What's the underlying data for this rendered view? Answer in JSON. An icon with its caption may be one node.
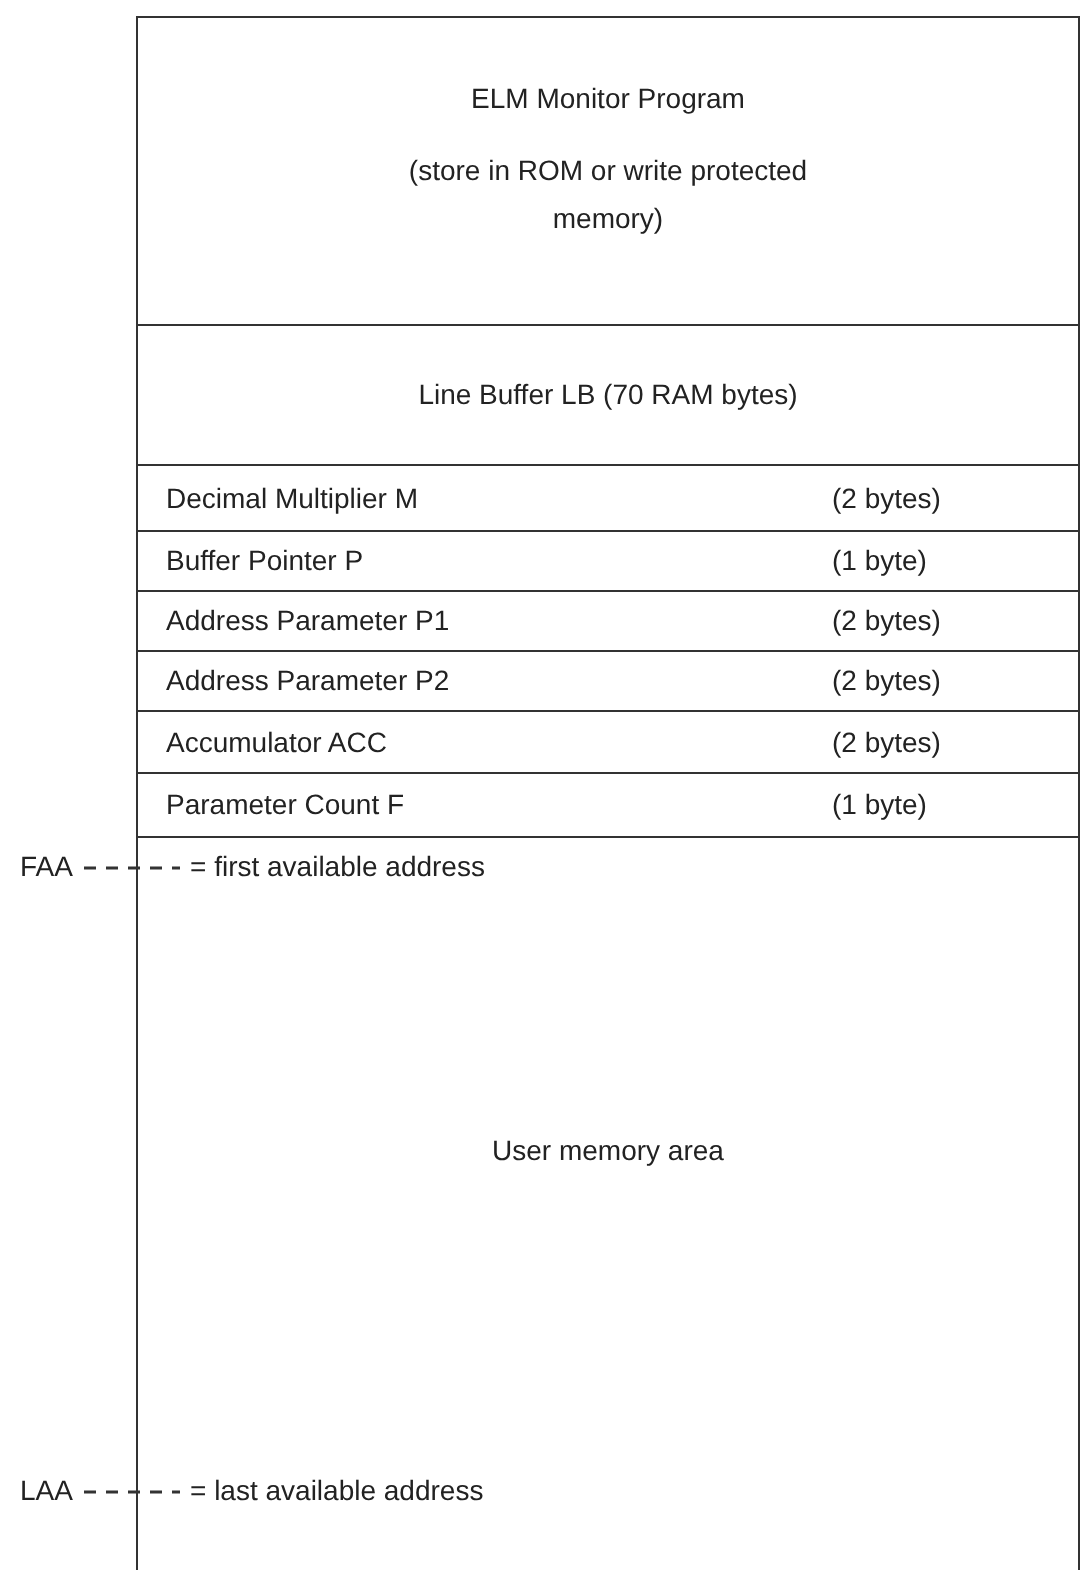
{
  "diagram": {
    "nodes": [
      {
        "text": [
          "ELM Monitor Program",
          "(store in ROM or write protected memory)"
        ]
      },
      {
        "text": [
          "Line Buffer LB (70 RAM bytes)"
        ]
      },
      {
        "text": [
          "Decimal Multiplier M",
          "(2 bytes)"
        ]
      },
      {
        "text": [
          "Buffer Pointer P",
          "(1 byte)"
        ]
      },
      {
        "text": [
          "Address Parameter P1",
          "(2 bytes)"
        ]
      },
      {
        "text": [
          "Address Parameter P2",
          "(2 bytes)"
        ]
      },
      {
        "text": [
          "Accumulator ACC",
          "(2 bytes)"
        ]
      },
      {
        "text": [
          "Parameter Count F",
          "(1 byte)"
        ]
      },
      {
        "text": [
          "User memory area"
        ]
      }
    ],
    "labels": [
      "FAA",
      "= first available address",
      "LAA",
      "= last available address"
    ]
  }
}
